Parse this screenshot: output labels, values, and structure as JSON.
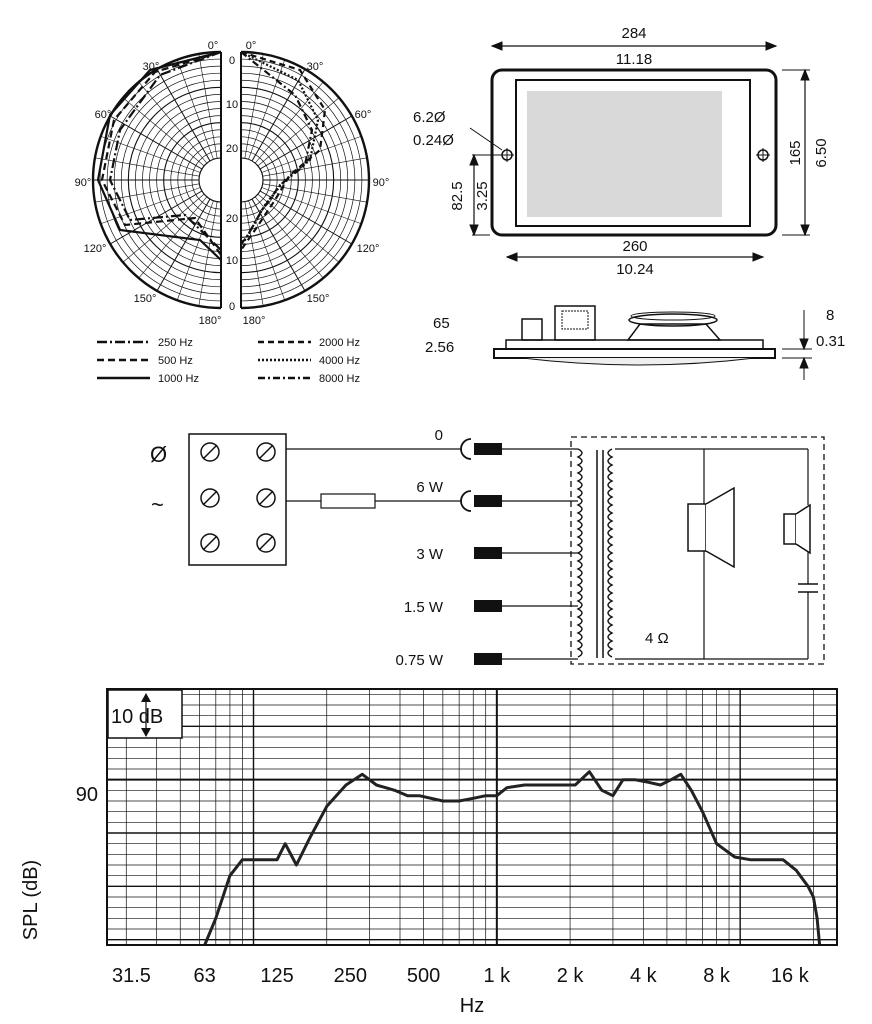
{
  "polar": {
    "angle_labels_left": [
      "0°",
      "30°",
      "60°",
      "90°",
      "120°",
      "150°",
      "180°"
    ],
    "angle_labels_right": [
      "0°",
      "30°",
      "60°",
      "90°",
      "120°",
      "150°",
      "180°"
    ],
    "level_labels": [
      "0",
      "10",
      "20",
      "20",
      "10",
      "0"
    ],
    "legend_left": [
      {
        "label": "250 Hz",
        "dash": "10,3,2,3"
      },
      {
        "label": "500 Hz",
        "dash": "7,4"
      },
      {
        "label": "1000 Hz",
        "dash": ""
      }
    ],
    "legend_right": [
      {
        "label": "2000 Hz",
        "dash": "6,4"
      },
      {
        "label": "4000 Hz",
        "dash": "2,2"
      },
      {
        "label": "8000 Hz",
        "dash": "7,3,2,3"
      }
    ]
  },
  "dimensions": {
    "width_mm": "284",
    "width_in": "11.18",
    "height_mm": "165",
    "height_in": "6.50",
    "hole_mm": "6.2Ø",
    "hole_in": "0.24Ø",
    "half_mm": "82.5",
    "half_in": "3.25",
    "inner_mm": "260",
    "inner_in": "10.24",
    "depth_mm": "65",
    "depth_in": "2.56",
    "thick_mm": "8",
    "thick_in": "0.31"
  },
  "wiring": {
    "phase_symbol": "Ø",
    "ac_symbol": "~",
    "taps": [
      "0",
      "6 W",
      "3 W",
      "1.5 W",
      "0.75 W"
    ],
    "impedance": "4 Ω"
  },
  "chart_data": {
    "type": "line",
    "title": "",
    "xlabel": "Hz",
    "ylabel": "SPL (dB)",
    "scale_label": "10 dB",
    "y_reference_label": "90",
    "x_scale": "log",
    "x_tick_labels": [
      "31.5",
      "63",
      "125",
      "250",
      "500",
      "1 k",
      "2 k",
      "4 k",
      "8 k",
      "16 k"
    ],
    "x_tick_values": [
      31.5,
      63,
      125,
      250,
      500,
      1000,
      2000,
      4000,
      8000,
      16000
    ],
    "xlim": [
      25,
      25000
    ],
    "ylim": [
      59,
      107
    ],
    "grid": true,
    "x": [
      63,
      70,
      80,
      90,
      100,
      115,
      125,
      135,
      150,
      170,
      200,
      240,
      280,
      320,
      380,
      430,
      480,
      600,
      700,
      800,
      900,
      1000,
      1100,
      1300,
      1500,
      1700,
      1900,
      2100,
      2400,
      2700,
      3000,
      3300,
      3700,
      4200,
      4700,
      5200,
      5700,
      6300,
      7000,
      8000,
      9500,
      11000,
      13000,
      15000,
      17000,
      19000,
      20000,
      20700,
      21200
    ],
    "y": [
      59,
      64,
      72,
      75,
      75,
      75,
      75,
      78,
      74,
      79,
      85,
      89,
      91,
      89,
      88,
      87,
      87,
      86,
      86,
      86.5,
      87,
      87,
      88.5,
      89,
      89,
      89,
      89,
      89,
      91.5,
      88,
      87,
      90,
      90,
      89.5,
      89,
      90,
      91,
      88,
      84,
      78,
      75.5,
      75,
      75,
      75,
      73,
      70,
      68,
      64,
      59
    ]
  }
}
